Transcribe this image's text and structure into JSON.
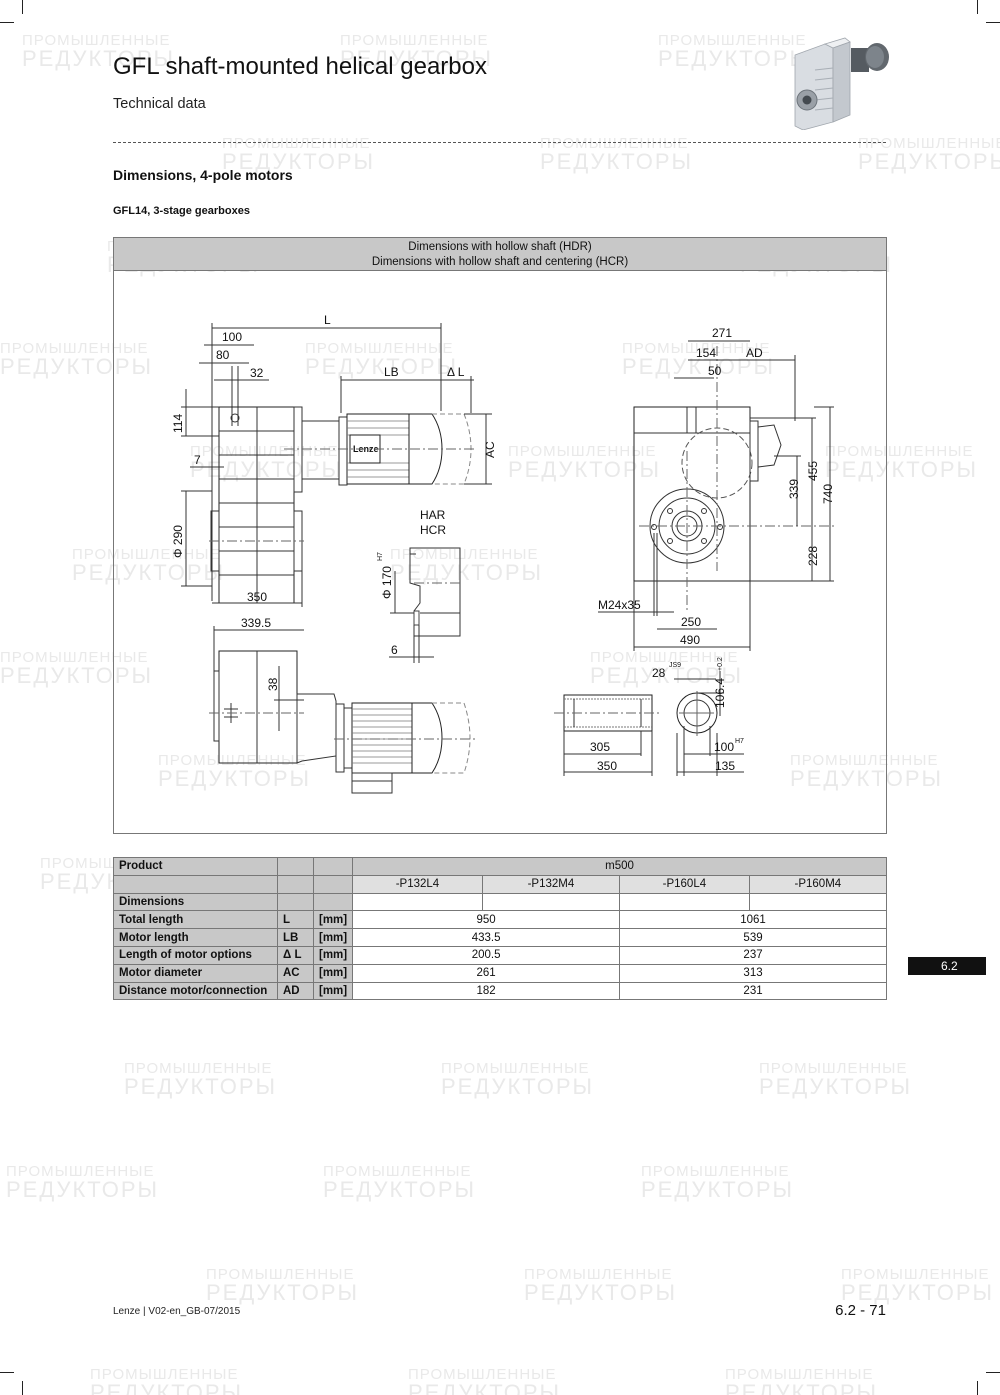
{
  "header": {
    "title": "GFL shaft-mounted helical gearbox",
    "subtitle": "Technical data"
  },
  "section": {
    "heading": "Dimensions, 4-pole motors",
    "subheading": "GFL14, 3-stage gearboxes"
  },
  "figure": {
    "caption_line1": "Dimensions with hollow shaft (HDR)",
    "caption_line2": "Dimensions with hollow shaft and centering (HCR)",
    "side_view": {
      "L": "L",
      "d100": "100",
      "d80": "80",
      "d32": "32",
      "LB": "LB",
      "dL": "Δ L",
      "d114": "114",
      "d7": "7",
      "AC": "AC",
      "phi290": "Φ 290",
      "d350": "350",
      "brand": "Lenze"
    },
    "detail_har": {
      "label1": "HAR",
      "label2": "HCR",
      "phi170": "Φ 170",
      "phi170_tol": "H7",
      "d6": "6"
    },
    "front_view": {
      "d271": "271",
      "d154": "154",
      "AD": "AD",
      "d50": "50",
      "d455": "455",
      "d740": "740",
      "d339": "339",
      "d228": "228",
      "m24": "M24x35",
      "d250": "250",
      "d490": "490"
    },
    "top_view": {
      "d339_5": "339.5",
      "d38": "38"
    },
    "shaft_detail": {
      "d28": "28",
      "d28_tol": "JS9",
      "d106_4": "106.4",
      "d106_4_tol": "+0.2",
      "d305": "305",
      "d350": "350",
      "d100": "100",
      "d100_tol": "H7",
      "d135": "135"
    }
  },
  "table": {
    "product_label": "Product",
    "group_label": "m500",
    "variants": [
      "-P132L4",
      "-P132M4",
      "-P160L4",
      "-P160M4"
    ],
    "dimensions_label": "Dimensions",
    "rows": [
      {
        "label": "Total length",
        "symbol": "L",
        "unit": "[mm]",
        "v1": "950",
        "v2": "1061"
      },
      {
        "label": "Motor length",
        "symbol": "LB",
        "unit": "[mm]",
        "v1": "433.5",
        "v2": "539"
      },
      {
        "label": "Length of motor options",
        "symbol": "Δ L",
        "unit": "[mm]",
        "v1": "200.5",
        "v2": "237"
      },
      {
        "label": "Motor diameter",
        "symbol": "AC",
        "unit": "[mm]",
        "v1": "261",
        "v2": "313"
      },
      {
        "label": "Distance motor/connection",
        "symbol": "AD",
        "unit": "[mm]",
        "v1": "182",
        "v2": "231"
      }
    ]
  },
  "side_tab": {
    "label": "6.2"
  },
  "footer": {
    "left": "Lenze | V02-en_GB-07/2015",
    "page": "6.2 - 71"
  },
  "watermark": {
    "line1": "ПРОМЫШЛЕННЫЕ",
    "line2": "РЕДУКТОРЫ"
  }
}
